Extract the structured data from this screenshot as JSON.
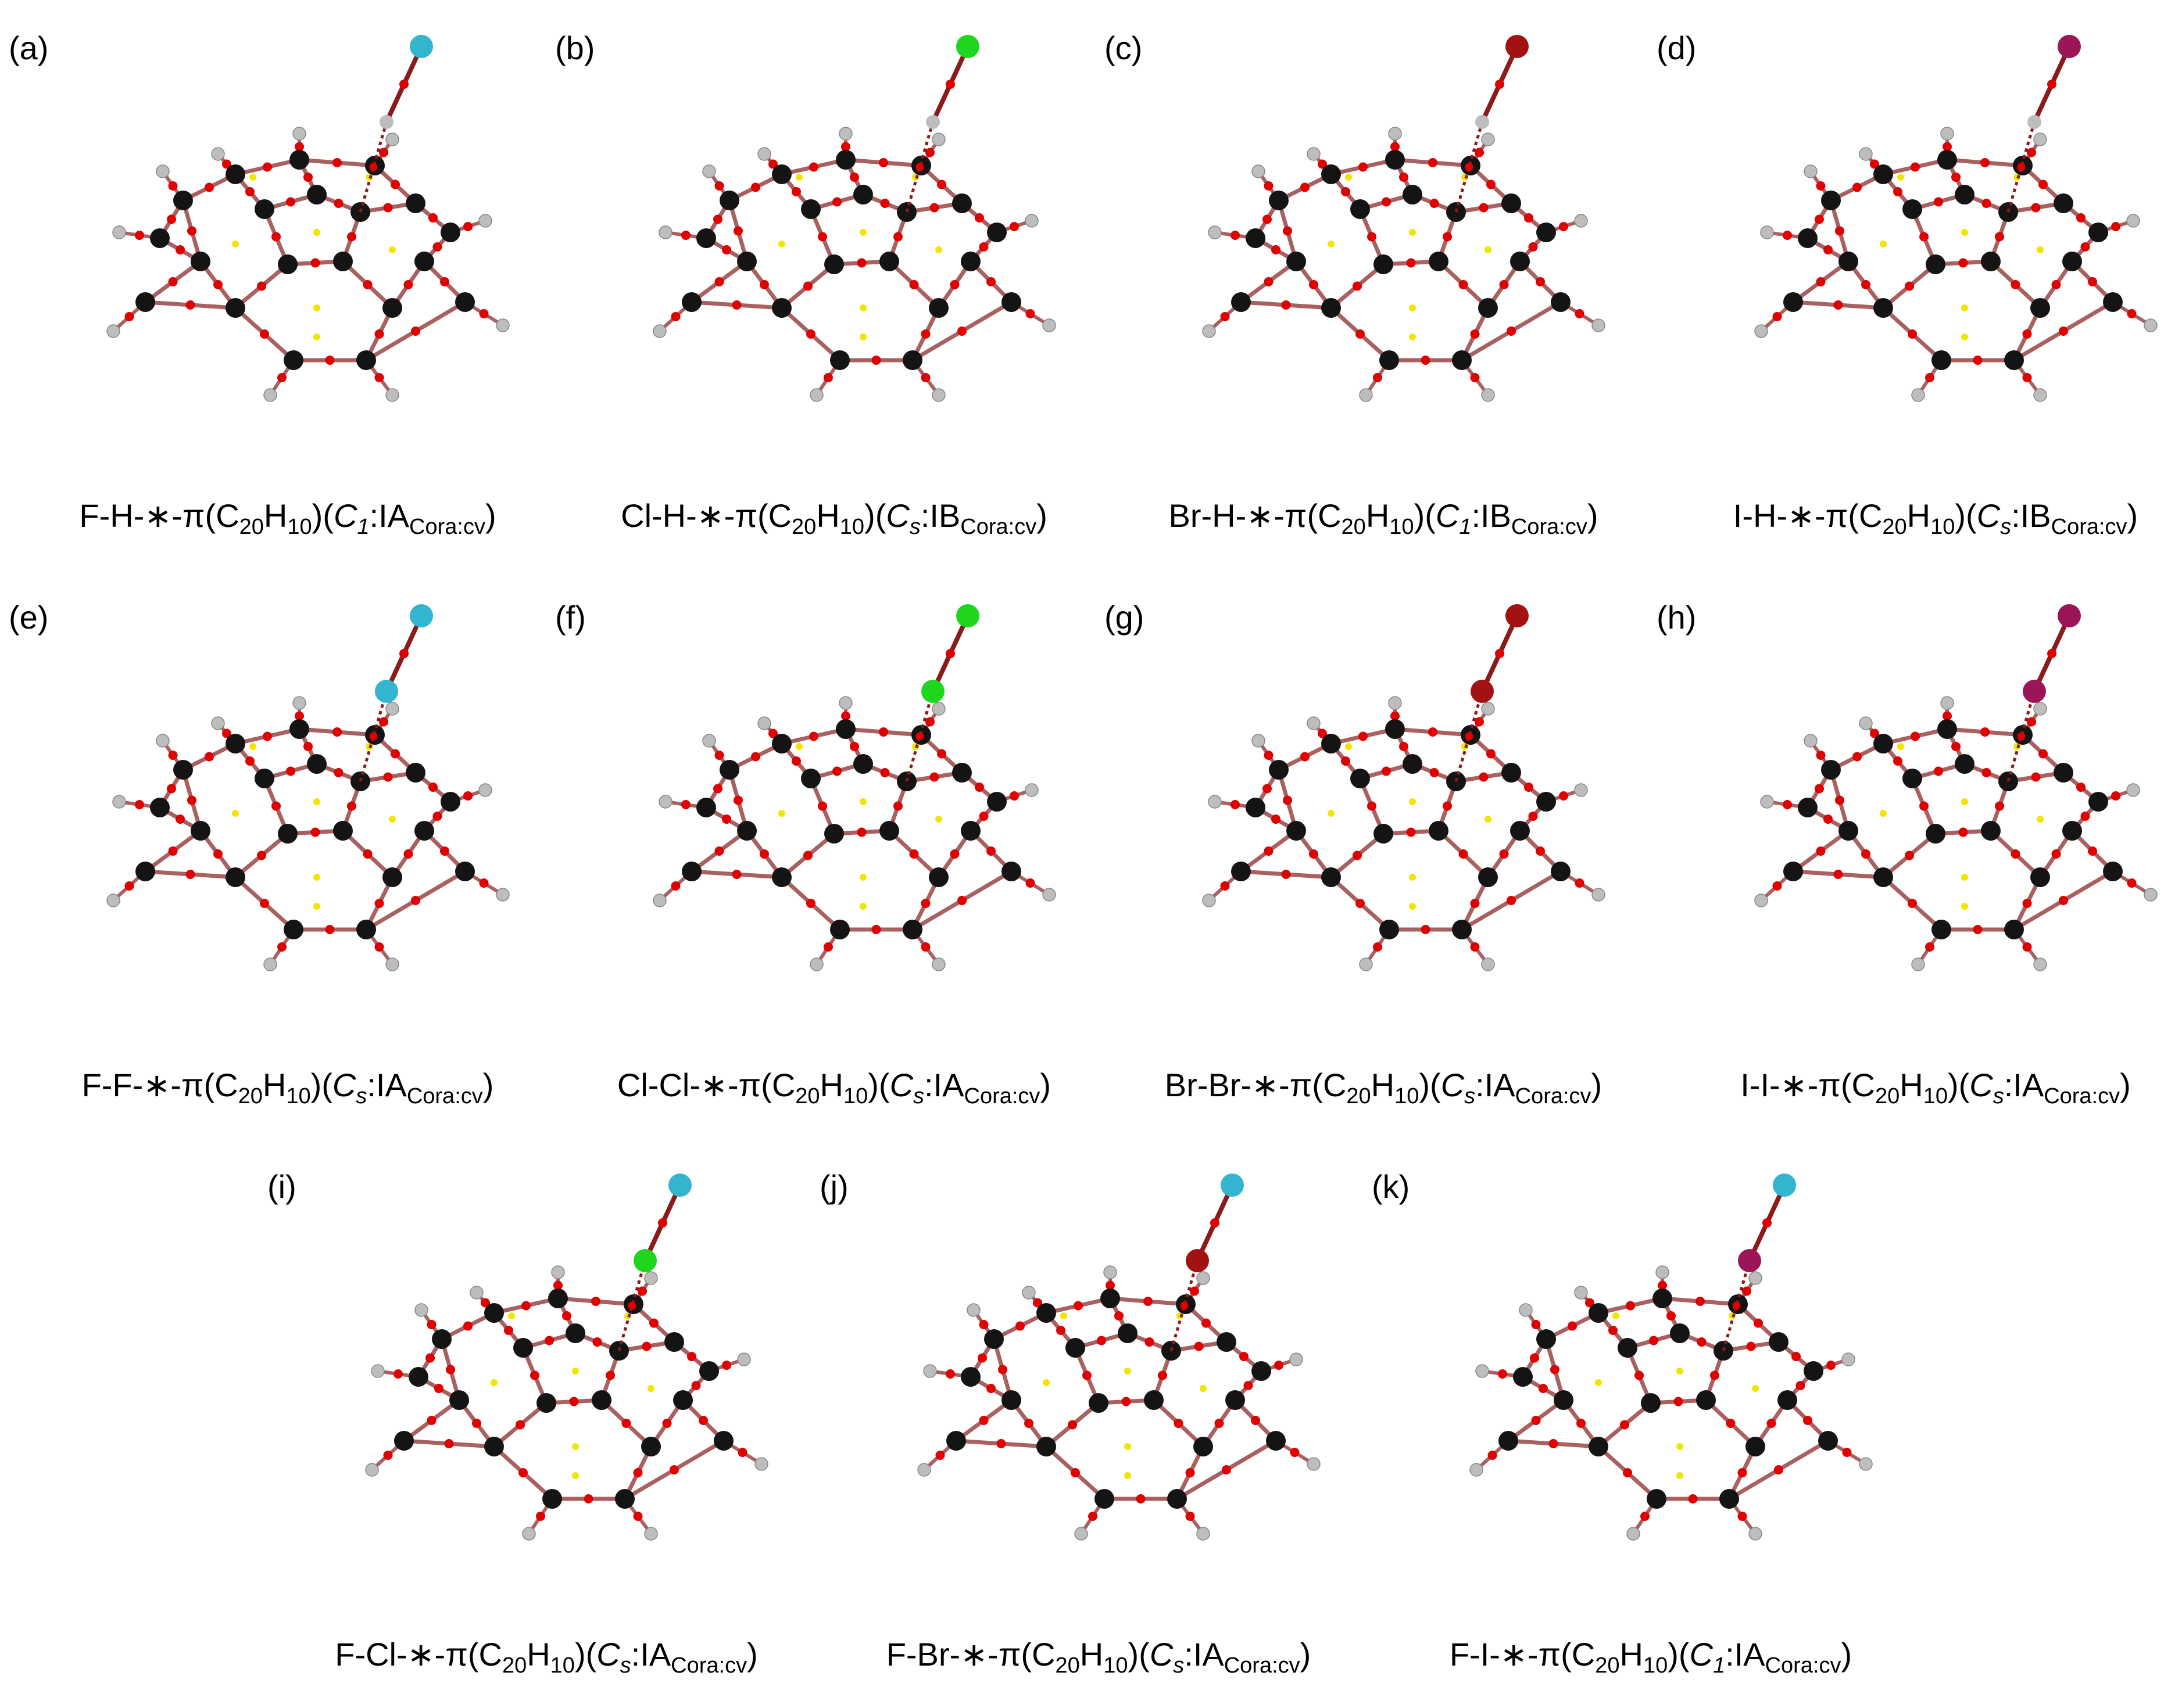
{
  "colors": {
    "F": "#33b4cf",
    "Cl": "#1fd61f",
    "Br": "#a31212",
    "I": "#9c1657",
    "H": "#bdbdbd",
    "C": "#141414",
    "bond_cp": "#e00000",
    "ring_cp": "#f2e600",
    "bond": "#a86060",
    "noncov": "#8b1a1a"
  },
  "panels": [
    {
      "id": "a",
      "letter": "(a)",
      "formula_start": "F-H-∗-π(C",
      "sub1": "20",
      "mid1": "H",
      "sub2": "10",
      "mid2": ")(",
      "sym": "C",
      "sym_sub": "1",
      "after_sym": ":IA",
      "conf_sub": "Cora:cv",
      "close": ")",
      "inner": "H",
      "outer": "F"
    },
    {
      "id": "b",
      "letter": "(b)",
      "formula_start": "Cl-H-∗-π(C",
      "sub1": "20",
      "mid1": "H",
      "sub2": "10",
      "mid2": ")(",
      "sym": "C",
      "sym_sub": "s",
      "after_sym": ":IB",
      "conf_sub": "Cora:cv",
      "close": ")",
      "inner": "H",
      "outer": "Cl"
    },
    {
      "id": "c",
      "letter": "(c)",
      "formula_start": "Br-H-∗-π(C",
      "sub1": "20",
      "mid1": "H",
      "sub2": "10",
      "mid2": ")(",
      "sym": "C",
      "sym_sub": "1",
      "after_sym": ":IB",
      "conf_sub": "Cora:cv",
      "close": ")",
      "inner": "H",
      "outer": "Br"
    },
    {
      "id": "d",
      "letter": "(d)",
      "formula_start": "I-H-∗-π(C",
      "sub1": "20",
      "mid1": "H",
      "sub2": "10",
      "mid2": ")(",
      "sym": "C",
      "sym_sub": "s",
      "after_sym": ":IB",
      "conf_sub": "Cora:cv",
      "close": ")",
      "inner": "H",
      "outer": "I"
    },
    {
      "id": "e",
      "letter": "(e)",
      "formula_start": "F-F-∗-π(C",
      "sub1": "20",
      "mid1": "H",
      "sub2": "10",
      "mid2": ")(",
      "sym": "C",
      "sym_sub": "s",
      "after_sym": ":IA",
      "conf_sub": "Cora:cv",
      "close": ")",
      "inner": "F",
      "outer": "F"
    },
    {
      "id": "f",
      "letter": "(f)",
      "formula_start": "Cl-Cl-∗-π(C",
      "sub1": "20",
      "mid1": "H",
      "sub2": "10",
      "mid2": ")(",
      "sym": "C",
      "sym_sub": "s",
      "after_sym": ":IA",
      "conf_sub": "Cora:cv",
      "close": ")",
      "inner": "Cl",
      "outer": "Cl"
    },
    {
      "id": "g",
      "letter": "(g)",
      "formula_start": "Br-Br-∗-π(C",
      "sub1": "20",
      "mid1": "H",
      "sub2": "10",
      "mid2": ")(",
      "sym": "C",
      "sym_sub": "s",
      "after_sym": ":IA",
      "conf_sub": "Cora:cv",
      "close": ")",
      "inner": "Br",
      "outer": "Br"
    },
    {
      "id": "h",
      "letter": "(h)",
      "formula_start": "I-I-∗-π(C",
      "sub1": "20",
      "mid1": "H",
      "sub2": "10",
      "mid2": ")(",
      "sym": "C",
      "sym_sub": "s",
      "after_sym": ":IA",
      "conf_sub": "Cora:cv",
      "close": ")",
      "inner": "I",
      "outer": "I"
    },
    {
      "id": "i",
      "letter": "(i)",
      "formula_start": "F-Cl-∗-π(C",
      "sub1": "20",
      "mid1": "H",
      "sub2": "10",
      "mid2": ")(",
      "sym": "C",
      "sym_sub": "s",
      "after_sym": ":IA",
      "conf_sub": "Cora:cv",
      "close": ")",
      "inner": "Cl",
      "outer": "F"
    },
    {
      "id": "j",
      "letter": "(j)",
      "formula_start": "F-Br-∗-π(C",
      "sub1": "20",
      "mid1": "H",
      "sub2": "10",
      "mid2": ")(",
      "sym": "C",
      "sym_sub": "s",
      "after_sym": ":IA",
      "conf_sub": "Cora:cv",
      "close": ")",
      "inner": "Br",
      "outer": "F"
    },
    {
      "id": "k",
      "letter": "(k)",
      "formula_start": "F-I-∗-π(C",
      "sub1": "20",
      "mid1": "H",
      "sub2": "10",
      "mid2": ")(",
      "sym": "C",
      "sym_sub": "1",
      "after_sym": ":IA",
      "conf_sub": "Cora:cv",
      "close": ")",
      "inner": "I",
      "outer": "F"
    }
  ]
}
